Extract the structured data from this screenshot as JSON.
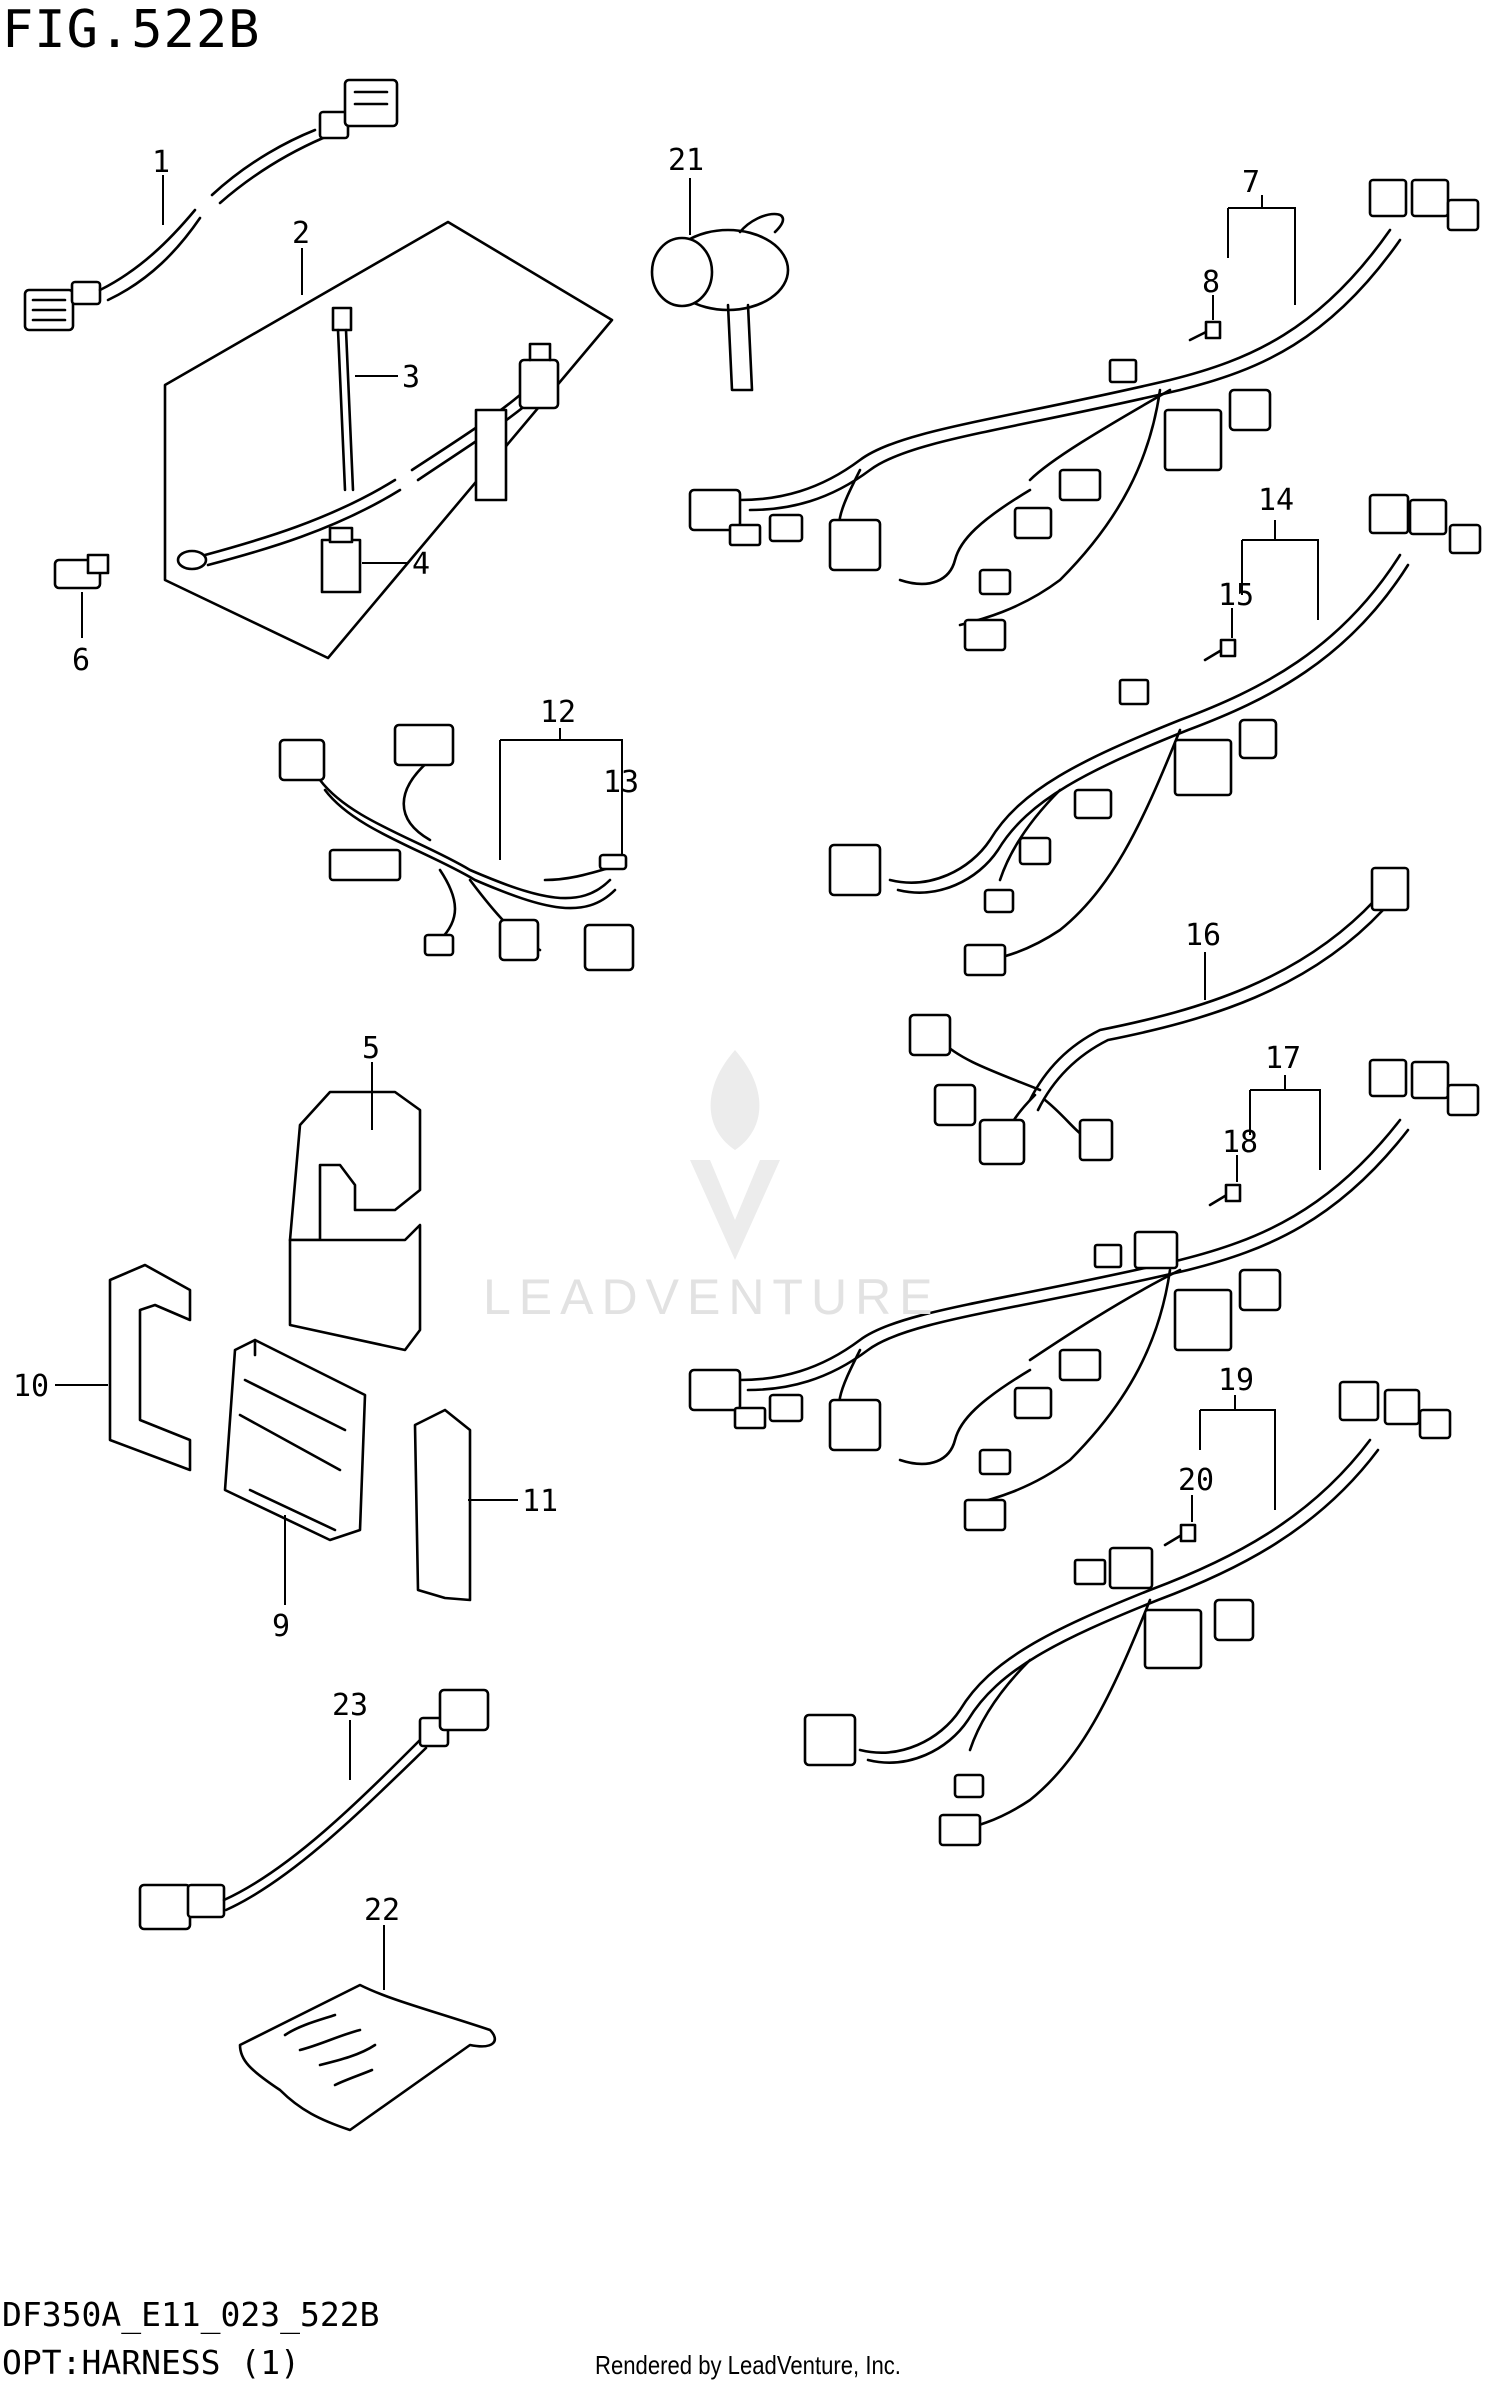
{
  "figure": {
    "title": "FIG.522B",
    "drawing_code": "DF350A_E11_023_522B",
    "subtitle": "OPT:HARNESS (1)",
    "credit": "Rendered by LeadVenture, Inc.",
    "watermark": "LEADVENTURE",
    "watermark_logo": "flame-v-logo"
  },
  "callouts": [
    {
      "id": "1",
      "label": "1"
    },
    {
      "id": "2",
      "label": "2"
    },
    {
      "id": "3",
      "label": "3"
    },
    {
      "id": "4",
      "label": "4"
    },
    {
      "id": "5",
      "label": "5"
    },
    {
      "id": "6",
      "label": "6"
    },
    {
      "id": "7",
      "label": "7"
    },
    {
      "id": "8",
      "label": "8"
    },
    {
      "id": "9",
      "label": "9"
    },
    {
      "id": "10",
      "label": "10"
    },
    {
      "id": "11",
      "label": "11"
    },
    {
      "id": "12",
      "label": "12"
    },
    {
      "id": "13",
      "label": "13"
    },
    {
      "id": "14",
      "label": "14"
    },
    {
      "id": "15",
      "label": "15"
    },
    {
      "id": "16",
      "label": "16"
    },
    {
      "id": "17",
      "label": "17"
    },
    {
      "id": "18",
      "label": "18"
    },
    {
      "id": "19",
      "label": "19"
    },
    {
      "id": "20",
      "label": "20"
    },
    {
      "id": "21",
      "label": "21"
    },
    {
      "id": "22",
      "label": "22"
    },
    {
      "id": "23",
      "label": "23"
    }
  ]
}
